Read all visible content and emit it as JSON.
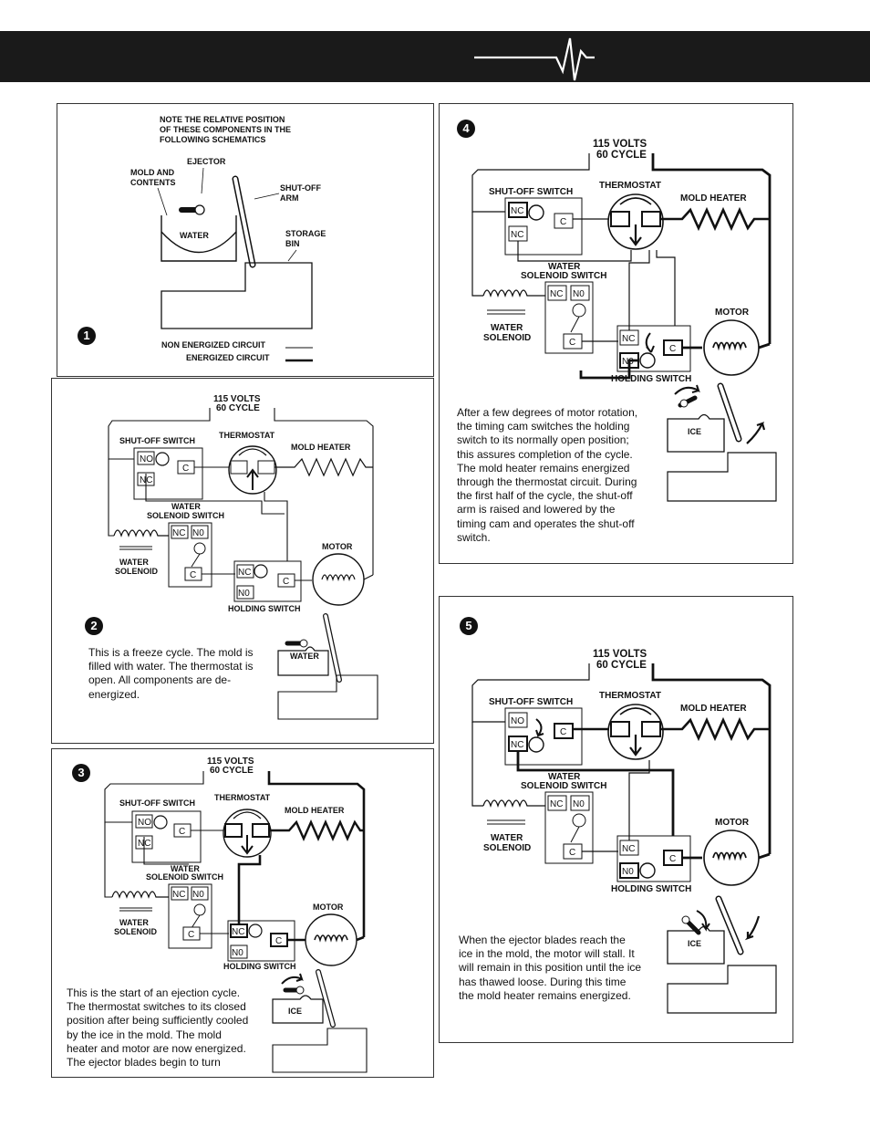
{
  "colors": {
    "header_bg": "#1a1a1a",
    "line": "#111111",
    "panel_border": "#333333"
  },
  "header": {
    "icon": "heartbeat-icon"
  },
  "labels": {
    "voltage_1": "115 VOLTS",
    "voltage_2": "60 CYCLE",
    "shutoff_switch": "SHUT-OFF SWITCH",
    "thermostat": "THERMOSTAT",
    "mold_heater": "MOLD HEATER",
    "water_sol_1": "WATER",
    "water_sol_2": "SOLENOID SWITCH",
    "water_solenoid_1": "WATER",
    "water_solenoid_2": "SOLENOID",
    "motor": "MOTOR",
    "holding_switch": "HOLDING SWITCH",
    "no": "NO",
    "nc": "NC",
    "n0": "N0",
    "c": "C",
    "water": "WATER",
    "ice": "ICE"
  },
  "panel1": {
    "number": "1",
    "note_1": "NOTE THE RELATIVE POSITION",
    "note_2": "OF THESE COMPONENTS IN THE",
    "note_3": "FOLLOWING SCHEMATICS",
    "ejector": "EJECTOR",
    "mold_1": "MOLD AND",
    "mold_2": "CONTENTS",
    "shutoff_1": "SHUT-OFF",
    "shutoff_2": "ARM",
    "storage_1": "STORAGE",
    "storage_2": "BIN",
    "water": "WATER",
    "legend_non": "NON ENERGIZED CIRCUIT",
    "legend_en": "ENERGIZED CIRCUIT"
  },
  "panel2": {
    "number": "2",
    "text": "This is a freeze cycle. The mold is\nfilled with water. The thermostat is\nopen. All components are de-\nenergized."
  },
  "panel3": {
    "number": "3",
    "text": "This is the start of an ejection cycle.\nThe thermostat switches to its closed\nposition after being sufficiently cooled\nby the ice in the mold. The mold\nheater and motor are now energized.\nThe ejector blades begin to turn"
  },
  "panel4": {
    "number": "4",
    "text": "After a few degrees of motor rotation,\nthe timing cam switches the holding\nswitch to its normally open position;\nthis assures completion of the cycle.\nThe mold heater remains energized\nthrough the thermostat circuit. During\nthe first half of the cycle, the shut-off\narm is raised and lowered by the\ntiming cam and operates the shut-off\nswitch."
  },
  "panel5": {
    "number": "5",
    "text": "When the ejector blades reach the\nice in the mold, the motor will stall. It\nwill remain in this position until the ice\nhas thawed loose. During this time\nthe mold heater remains energized."
  }
}
